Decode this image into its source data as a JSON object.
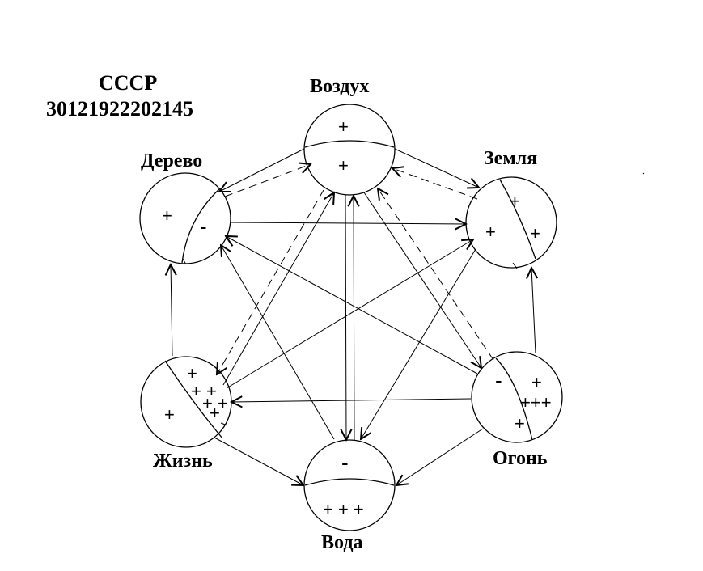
{
  "header": {
    "country": "СССР",
    "code": "30121922202145"
  },
  "nodes": {
    "air": {
      "label": "Воздух",
      "top_signs": "+",
      "bottom_signs": "+"
    },
    "wood": {
      "label": "Дерево",
      "left_signs": "+",
      "right_signs": "-"
    },
    "earth": {
      "label": "Земля",
      "signs": [
        "+",
        "+",
        "+"
      ]
    },
    "life": {
      "label": "Жизнь",
      "signs": [
        "+",
        "+ +",
        "+ +",
        "+",
        "+"
      ]
    },
    "fire": {
      "label": "Огонь",
      "left_signs": "-",
      "signs": [
        "+",
        "+++",
        "+"
      ]
    },
    "water": {
      "label": "Вода",
      "top_signs": "-",
      "bottom_signs": "+ + +"
    }
  },
  "colors": {
    "stroke": "#000000",
    "background": "#ffffff"
  }
}
